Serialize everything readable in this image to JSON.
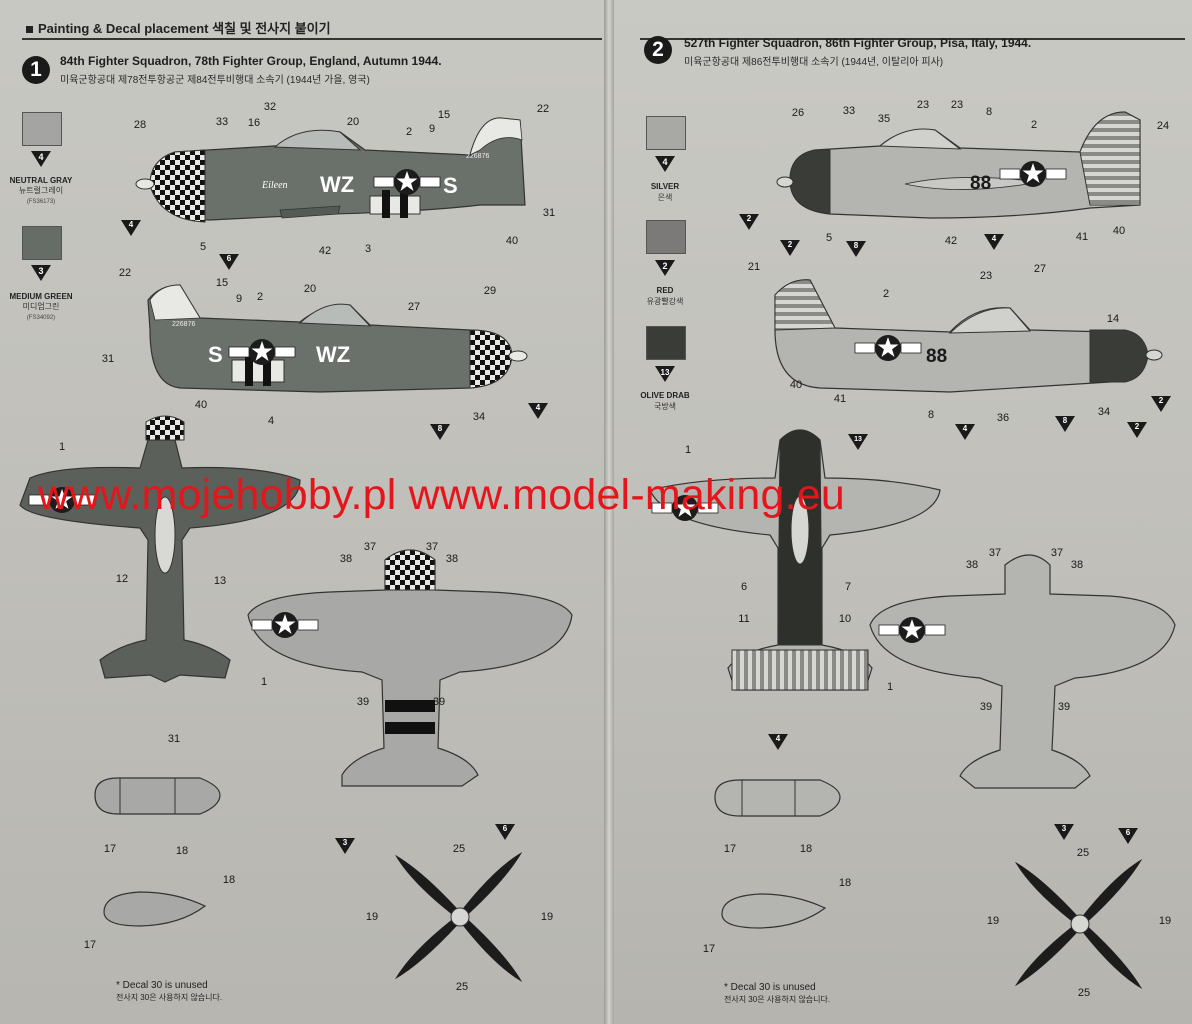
{
  "header": {
    "title": "Painting & Decal placement 색칠 및 전사지 붙이기"
  },
  "schemes": [
    {
      "number": "1",
      "title": "84th Fighter Squadron, 78th Fighter Group, England, Autumn 1944.",
      "subtitle": "미육군항공대 제78전투항공군 제84전투비행대 소속기 (1944년 가을, 영국)",
      "codes": {
        "squadron": "WZ",
        "aircraft": "S",
        "serial": "226876",
        "nose_name": "Eileen"
      },
      "note": {
        "en": "* Decal 30 is unused",
        "ko": "전사지 30은 사용하지 않습니다."
      }
    },
    {
      "number": "2",
      "title": "527th Fighter Squadron, 86th Fighter Group, Pisa, Italy, 1944.",
      "subtitle": "미육군항공대 제86전투비행대 소속기 (1944년, 이탈리아 피사)",
      "codes": {
        "number": "88"
      },
      "note": {
        "en": "* Decal 30 is unused",
        "ko": "전사지 30은 사용하지 않습니다."
      }
    }
  ],
  "paints_left": [
    {
      "number": "4",
      "name": "NEUTRAL GRAY",
      "ko": "뉴트럴그레이",
      "fs": "(FS36173)",
      "color": "#a4a4a2"
    },
    {
      "number": "3",
      "name": "MEDIUM GREEN",
      "ko": "미디엄그린",
      "fs": "(FS34092)",
      "color": "#666d66"
    }
  ],
  "paints_right": [
    {
      "number": "4",
      "name": "SILVER",
      "ko": "은색",
      "color": "#a8a8a4"
    },
    {
      "number": "2",
      "name": "RED",
      "ko": "유광빨강색",
      "color": "#7c7a78"
    },
    {
      "number": "13",
      "name": "OLIVE DRAB",
      "ko": "국방색",
      "color": "#3a3c38"
    }
  ],
  "callouts": {
    "left_side_upper": [
      "28",
      "33",
      "16",
      "32",
      "20",
      "2",
      "9",
      "15",
      "22",
      "31",
      "40",
      "3",
      "42",
      "5",
      "6",
      "4"
    ],
    "left_side_lower": [
      "22",
      "15",
      "9",
      "2",
      "20",
      "27",
      "29",
      "31",
      "40",
      "4",
      "8",
      "34",
      "4"
    ],
    "left_top_view": [
      "1",
      "12",
      "13",
      "31"
    ],
    "left_bottom_view": [
      "37",
      "37",
      "38",
      "38",
      "1",
      "39",
      "39"
    ],
    "left_tank": [
      "17",
      "18"
    ],
    "left_tank2": [
      "18",
      "17"
    ],
    "left_prop": [
      "3",
      "6",
      "25",
      "19",
      "19",
      "25"
    ],
    "right_side_upper": [
      "26",
      "33",
      "35",
      "23",
      "23",
      "8",
      "2",
      "24",
      "40",
      "41",
      "42",
      "5",
      "8",
      "2",
      "2",
      "4"
    ],
    "right_side_lower": [
      "21",
      "2",
      "23",
      "27",
      "14",
      "40",
      "41",
      "8",
      "36",
      "34",
      "4",
      "8",
      "2",
      "2"
    ],
    "right_top_view": [
      "13",
      "1",
      "6",
      "7",
      "11",
      "10"
    ],
    "right_bottom_view": [
      "37",
      "37",
      "38",
      "38",
      "1",
      "39",
      "39"
    ],
    "right_tank": [
      "4",
      "17",
      "18"
    ],
    "right_tank2": [
      "18",
      "17"
    ],
    "right_prop": [
      "3",
      "6",
      "25",
      "19",
      "19",
      "25"
    ]
  },
  "watermark": "www.mojehobby.pl www.model-making.eu",
  "colors": {
    "checker": "#111111",
    "star": "#ffffff",
    "stroke": "#333333",
    "watermark": "#e5161b"
  }
}
